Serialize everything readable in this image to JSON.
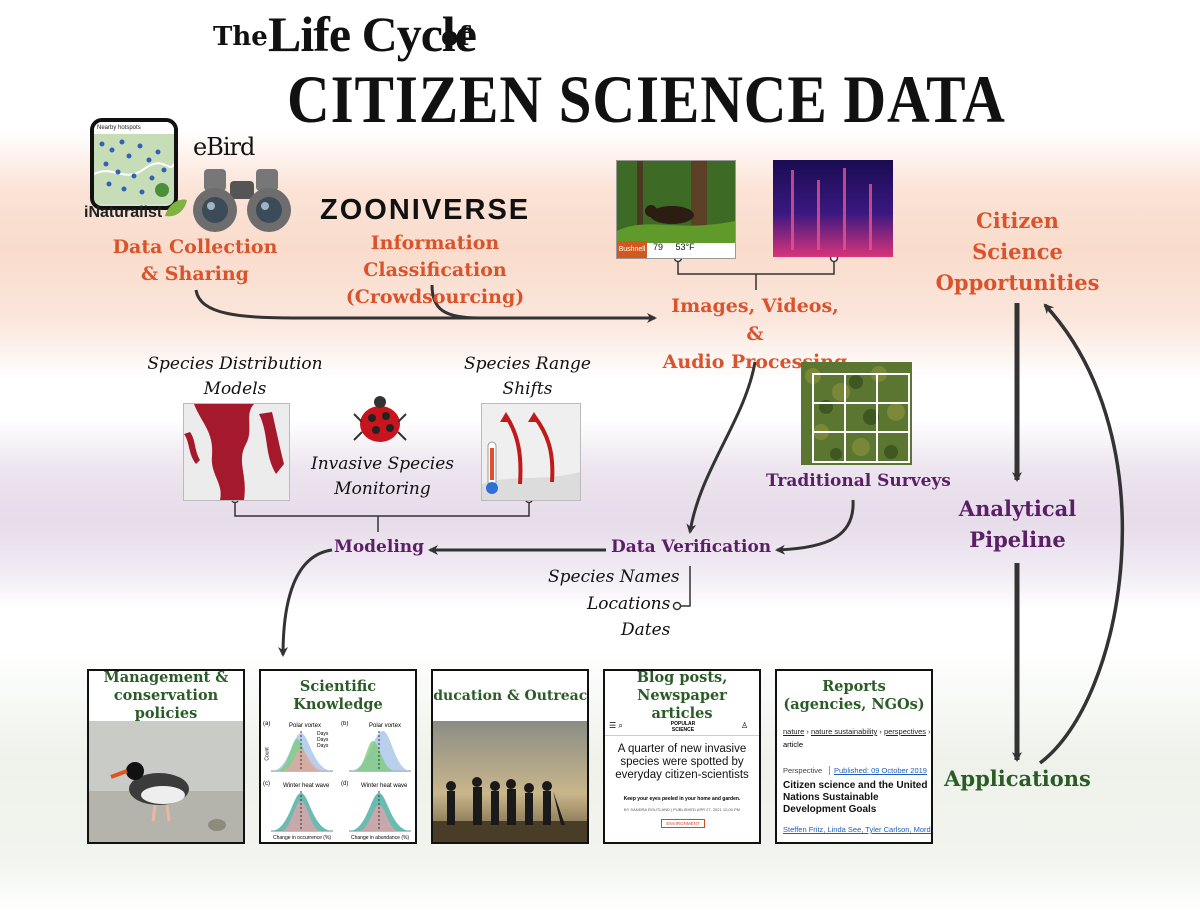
{
  "title": {
    "the": "The",
    "life_cycle": "Life Cycle",
    "of": "of",
    "main": "CITIZEN SCIENCE DATA"
  },
  "collection": {
    "ebird_logo": "eBird",
    "inaturalist_logo": "iNaturalist",
    "phone_header": "Nearby hotspots",
    "label_line1": "Data Collection",
    "label_line2": "& Sharing"
  },
  "classification": {
    "zooniverse_logo": "ZOONIVERSE",
    "label_line1": "Information Classification",
    "label_line2": "(Crowdsourcing)"
  },
  "media": {
    "camera_brand": "Bushnell",
    "camera_info": "79     53°F",
    "label_line1": "Images, Videos, &",
    "label_line2": "Audio Processing"
  },
  "opportunities": {
    "line1": "Citizen",
    "line2": "Science",
    "line3": "Opportunities"
  },
  "pipeline": {
    "line1": "Analytical",
    "line2": "Pipeline"
  },
  "applications": "Applications",
  "sdm": {
    "line1": "Species Distribution",
    "line2": "Models"
  },
  "range": {
    "line1": "Species Range",
    "line2": "Shifts"
  },
  "invasive": {
    "line1": "Invasive Species",
    "line2": "Monitoring"
  },
  "traditional": "Traditional Surveys",
  "modeling": "Modeling",
  "verification": {
    "label": "Data Verification",
    "item1": "Species Names",
    "item2": "Locations",
    "item3": "Dates"
  },
  "panels": {
    "management": {
      "line1": "Management &",
      "line2": "conservation policies"
    },
    "scientific": {
      "title": "Scientific Knowledge",
      "subplot_a": "(a)",
      "subplot_b": "(b)",
      "subplot_c": "(c)",
      "subplot_d": "(d)",
      "plot_a_title": "Polar vortex",
      "plot_b_title": "Polar vortex",
      "plot_c_title": "Winter heat wave",
      "plot_d_title": "Winter heat wave",
      "legend": [
        "Days",
        "Days",
        "Days"
      ],
      "ylabel": "Count",
      "xlabel_c": "Change in occurrence (%)",
      "xlabel_d": "Change in abundance (%)"
    },
    "education": {
      "title": "Education & Outreach"
    },
    "blog": {
      "line1": "Blog posts,",
      "line2": "Newspaper articles",
      "masthead": "POPULAR SCIENCE",
      "headline": "A quarter of new invasive species were spotted by everyday citizen-scientists",
      "subhead": "Keep your eyes peeled in your home and garden.",
      "byline": "BY SANDRA ROUTLAND | PUBLISHED APR 27, 2021 12:00 PM",
      "tag": "ENVIRONMENT"
    },
    "reports": {
      "line1": "Reports",
      "line2": "(agencies, NGOs)",
      "crumb_1": "nature",
      "crumb_2": "nature sustainability",
      "crumb_3": "perspectives",
      "crumb_4": "article",
      "type": "Perspective",
      "published": "Published: 09 October 2019",
      "article_title": "Citizen science and the United Nations Sustainable Development Goals",
      "authors": "Steffen Fritz, Linda See, Tyler Carlson, Mordechai"
    }
  },
  "colors": {
    "orange": "#d9542c",
    "purple": "#5a1f66",
    "green": "#2b5c28",
    "arrow": "#333333"
  }
}
